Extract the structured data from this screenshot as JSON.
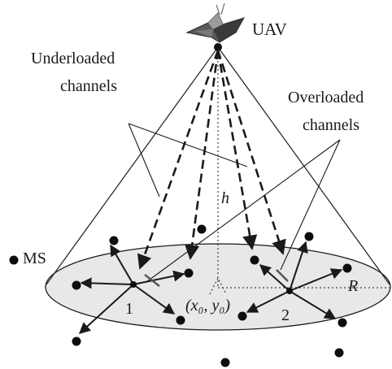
{
  "labels": {
    "uav": "UAV",
    "underloaded_line1": "Underloaded",
    "underloaded_line2": "channels",
    "overloaded_line1": "Overloaded",
    "overloaded_line2": "channels",
    "height": "h",
    "ms": "MS",
    "radius": "R",
    "center": "(x₀, y₀)",
    "cluster1": "1",
    "cluster2": "2"
  },
  "colors": {
    "disk_fill": "#e8e8e8",
    "line": "#1a1a1a",
    "node": "#0d0d0d",
    "uav_body": "#4a4a4a"
  }
}
